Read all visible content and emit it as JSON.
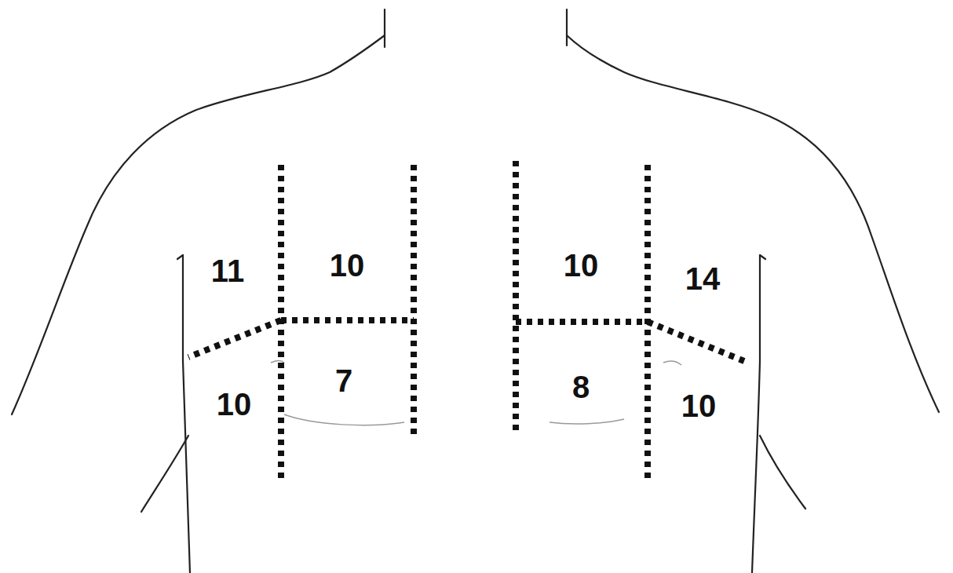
{
  "diagram": {
    "labels": [
      "11",
      "10",
      "10",
      "14",
      "10",
      "7",
      "8",
      "10"
    ]
  }
}
